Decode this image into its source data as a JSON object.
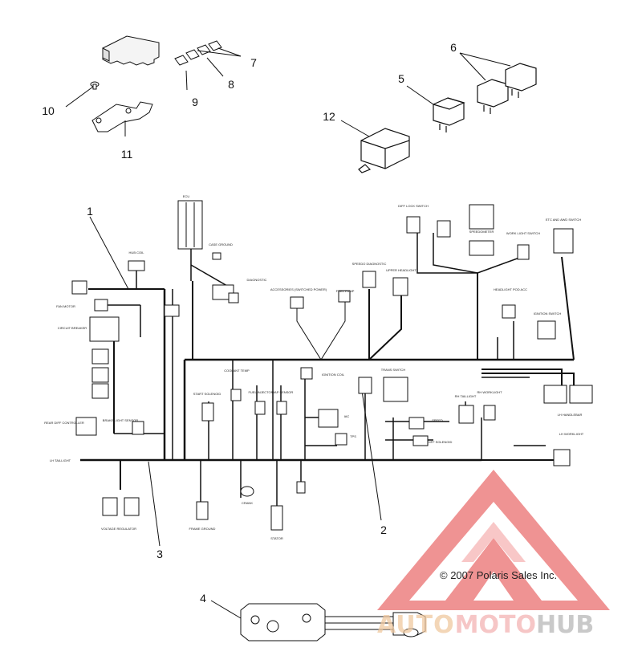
{
  "diagram": {
    "title": "",
    "callouts": [
      "1",
      "2",
      "3",
      "4",
      "5",
      "6",
      "7",
      "8",
      "9",
      "10",
      "11",
      "12"
    ],
    "component_labels": [
      "ECU",
      "HUB COIL",
      "FAN MOTOR",
      "CIRCUIT BREAKER",
      "REAR DIFF CONTROLLER",
      "BRAKE LIGHT SENSOR",
      "LH TAILLIGHT",
      "VOLTAGE REGULATOR",
      "CASE GROUND",
      "DIAGNOSTIC",
      "ACCESSORIES (SWITCHED POWER)",
      "FUEL PUMP",
      "SPEEDO DIAGNOSTIC",
      "UPPER HEADLIGHT",
      "DIFF LOCK SWITCH",
      "SPEEDOMETER",
      "WORK LIGHT SWITCH",
      "ETC AND AWD SWITCH",
      "HEADLIGHT POD ACC",
      "IGNITION SWITCH",
      "TRANS SWITCH",
      "IGNITION COIL",
      "COOLANT TEMP",
      "FUEL INJECTOR",
      "MAP SENSOR",
      "START SOLENOID",
      "STATOR",
      "CRANK",
      "FRAME GROUND",
      "TPS",
      "IAC",
      "SPEED",
      "DIFF SOLENOID",
      "RH TAILLIGHT",
      "RH WORKLIGHT",
      "LH WORKLIGHT",
      "LH HANDLEBAR"
    ]
  },
  "copyright": "© 2007 Polaris Sales Inc.",
  "watermark": {
    "part1": "AUTO",
    "part2": "MOTO",
    "part3": "HUB"
  },
  "colors": {
    "line": "#111111",
    "watermark_red": "#e23b3b",
    "watermark_orange": "#f1a24a"
  }
}
